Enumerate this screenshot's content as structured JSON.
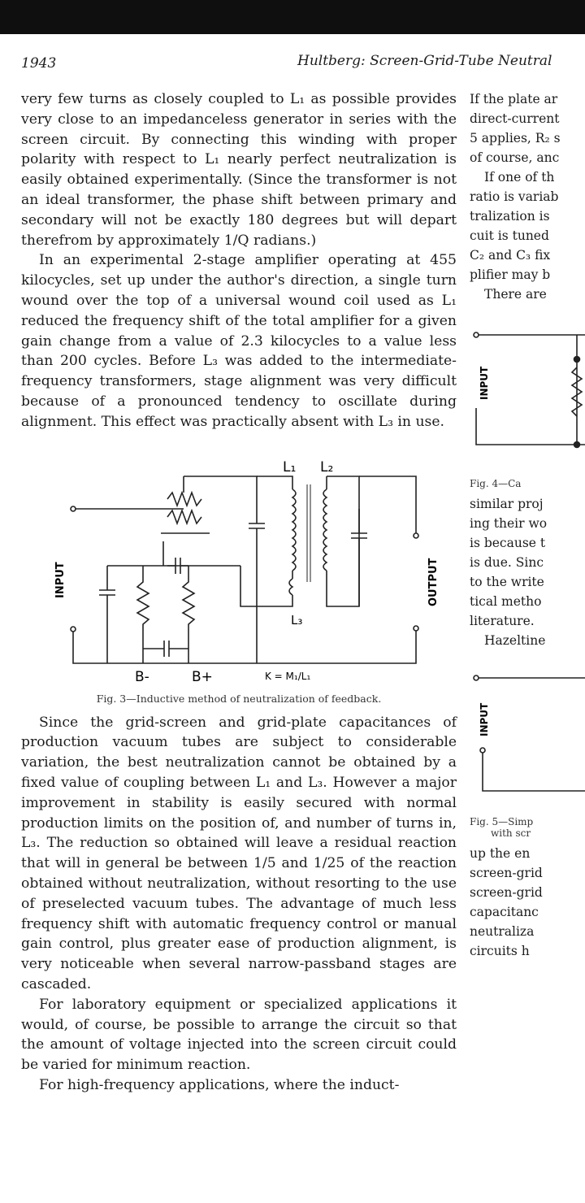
{
  "header": {
    "page_number": "1943",
    "running_title": "Hultberg: Screen-Grid-Tube Neutral"
  },
  "left_column": {
    "paragraphs": [
      "very few turns as closely coupled to L₁ as possible provides very close to an impedanceless generator in series with the screen circuit. By connecting this winding with proper polarity with respect to L₁ nearly perfect neutralization is easily obtained experimentally. (Since the transformer is not an ideal transformer, the phase shift between primary and secondary will not be exactly 180 degrees but will depart therefrom by approximately 1/Q radians.)",
      "In an experimental 2-stage amplifier operating at 455 kilocycles, set up under the author's direction, a single turn wound over the top of a universal wound coil used as L₁ reduced the frequency shift of the total amplifier for a given gain change from a value of 2.3 kilocycles to a value less than 200 cycles. Before L₃ was added to the intermediate-frequency transformers, stage alignment was very difficult because of a pronounced tendency to oscillate during alignment. This effect was practically absent with L₃ in use."
    ],
    "figure3": {
      "labels": {
        "input": "INPUT",
        "output": "OUTPUT",
        "l1": "L₁",
        "l2": "L₂",
        "l3": "L₃",
        "b_minus": "B-",
        "b_plus": "B+",
        "k_formula": "K = M₁/L₁"
      },
      "caption": "Fig. 3—Inductive method of neutralization of feedback."
    },
    "paragraphs_after": [
      "Since the grid-screen and grid-plate capacitances of production vacuum tubes are subject to considerable variation, the best neutralization cannot be obtained by a fixed value of coupling between L₁ and L₃. However a major improvement in stability is easily secured with normal production limits on the position of, and number of turns in, L₃. The reduction so obtained will leave a residual reaction that will in general be between 1/5 and 1/25 of the reaction obtained without neutralization, without resorting to the use of preselected vacuum tubes. The advantage of much less frequency shift with automatic frequency control or manual gain control, plus greater ease of production alignment, is very noticeable when several narrow-passband stages are cascaded.",
      "For laboratory equipment or specialized applications it would, of course, be possible to arrange the circuit so that the amount of voltage injected into the screen circuit could be varied for minimum reaction.",
      "For high-frequency applications, where the induct-"
    ]
  },
  "right_column": {
    "lines_top": [
      "If the plate ar",
      "direct-current",
      "5 applies, R₂ s",
      "of course, anc"
    ],
    "lines_mid": [
      "If one of th",
      "ratio is variab",
      "tralization is",
      "cuit is tuned",
      "C₂ and C₃ fix",
      "plifier may b"
    ],
    "line_there": "There are",
    "fig4": {
      "input": "INPUT",
      "caption": "Fig. 4—Ca"
    },
    "lines_after4": [
      "similar proj",
      "ing their wo",
      "is because t",
      "is due. Sinc",
      "to the write",
      "tical metho",
      "literature."
    ],
    "line_hazeltine": "Hazeltine",
    "fig5": {
      "input": "INPUT",
      "caption_line1": "Fig. 5—Simp",
      "caption_line2": "with scr"
    },
    "lines_after5": [
      "up the en",
      "screen-grid",
      "screen-grid",
      "capacitanc",
      "neutraliza",
      "circuits h"
    ]
  }
}
